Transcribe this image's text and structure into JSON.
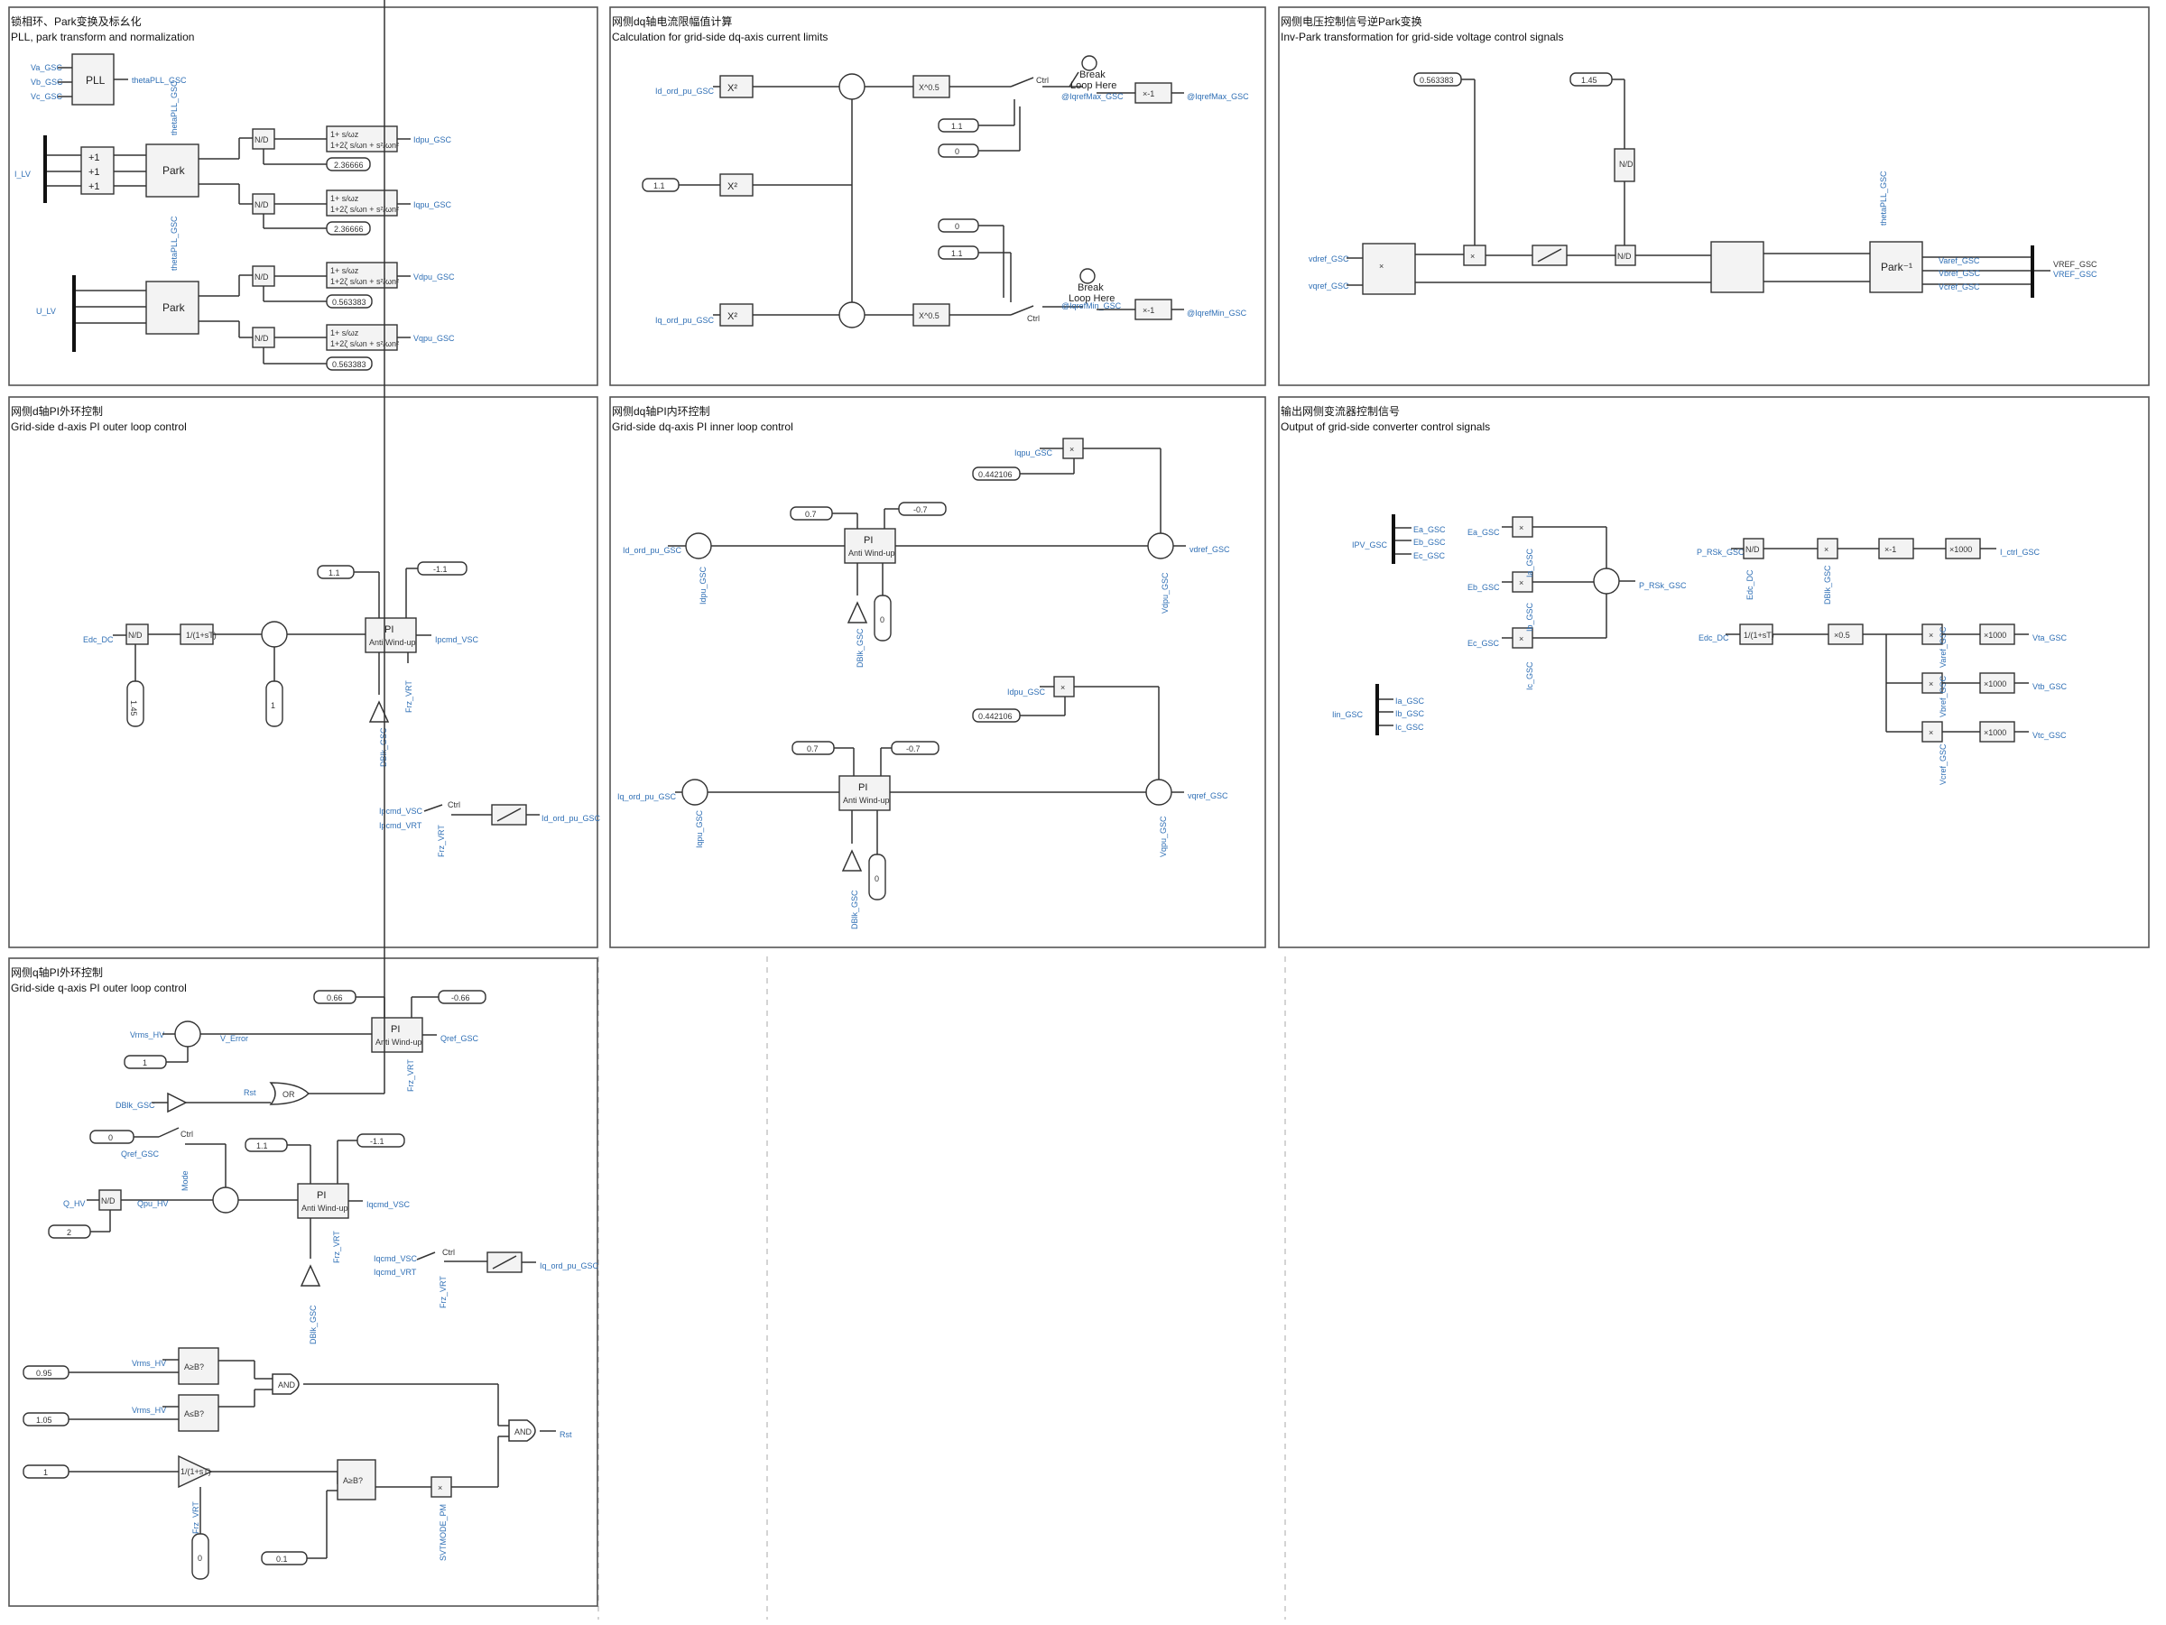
{
  "panels": [
    {
      "title_cn": "锁相环、Park变换及标幺化",
      "title_en": "PLL, park transform and normalization"
    },
    {
      "title_cn": "网侧dq轴电流限幅值计算",
      "title_en": "Calculation for grid-side dq-axis current limits"
    },
    {
      "title_cn": "网侧电压控制信号逆Park变换",
      "title_en": "Inv-Park transformation for grid-side voltage control signals"
    },
    {
      "title_cn": "网侧d轴PI外环控制",
      "title_en": "Grid-side d-axis PI outer loop control"
    },
    {
      "title_cn": "网侧dq轴PI内环控制",
      "title_en": "Grid-side dq-axis PI inner loop control"
    },
    {
      "title_cn": "输出网侧变流器控制信号",
      "title_en": "Output of grid-side converter control signals"
    },
    {
      "title_cn": "网侧q轴PI外环控制",
      "title_en": "Grid-side q-axis PI outer loop control"
    }
  ],
  "blocks": {
    "pll": "PLL",
    "park": "Park",
    "nd": "N/D",
    "inv_park": "Park⁻¹",
    "pi_title": "PI",
    "pi_sub": "Anti Wind-up",
    "gain_neg1": "×-1",
    "gain_1000": "×1000",
    "gain_05": "×0.5",
    "or": "OR",
    "and": "AND",
    "break1": "Break",
    "break2": "Loop Here",
    "ab_ge": "A≥B?",
    "ab_le": "A≤B?",
    "plus1": "+1",
    "times": "×",
    "x2": "X²",
    "x05": "X^0.5",
    "tf_num": "1+ s/ωz",
    "tf_den": "1+2ζ s/ωn + s²/ωn²",
    "first_order": "1/(1+sT)"
  },
  "constants": {
    "c2_36666": "2.36666",
    "c0_563383": "0.563383",
    "c1_1": "1.1",
    "c0": "0",
    "c1_45": "1.45",
    "cm1_1": "-1.1",
    "c1": "1",
    "c0_7": "0.7",
    "cm0_7": "-0.7",
    "c0_442106": "0.442106",
    "c0_66": "0.66",
    "cm0_66": "-0.66",
    "c2": "2",
    "c0_95": "0.95",
    "c1_05": "1.05",
    "c0_1": "0.1"
  },
  "signals": {
    "va_gsc": "Va_GSC",
    "vb_gsc": "Vb_GSC",
    "vc_gsc": "Vc_GSC",
    "theta_pll": "thetaPLL_GSC",
    "i_lv": "I_LV",
    "u_lv": "U_LV",
    "idpu": "Idpu_GSC",
    "iqpu": "Iqpu_GSC",
    "vdpu": "Vdpu_GSC",
    "vqpu": "Vqpu_GSC",
    "id_ord": "Id_ord_pu_GSC",
    "iq_ord": "Iq_ord_pu_GSC",
    "idmax": "@IqrefMax_GSC",
    "idmin": "@IqrefMin_GSC",
    "ctrl": "Ctrl",
    "vdref": "vdref_GSC",
    "vqref": "vqref_GSC",
    "varef": "Varef_GSC",
    "vbref": "Vbref_GSC",
    "vcref": "Vcref_GSC",
    "vref": "VREF_GSC",
    "edc_dc": "Edc_DC",
    "ipcmd_vsc": "Ipcmd_VSC",
    "ipcmd_vrt": "Ipcmd_VRT",
    "frz_vrt": "Frz_VRT",
    "dblk": "DBlk_GSC",
    "vrms_hv": "Vrms_HV",
    "v_error": "V_Error",
    "qref": "Qref_GSC",
    "q_hv": "Q_HV",
    "qpu_hv": "Qpu_HV",
    "iqcmd_vsc": "Iqcmd_VSC",
    "iqcmd_vrt": "Iqcmd_VRT",
    "mode": "Mode",
    "rst": "Rst",
    "svtmode": "SVTMODE_PM",
    "ipv": "IPV_GSC",
    "ea": "Ea_GSC",
    "eb": "Eb_GSC",
    "ec": "Ec_GSC",
    "ia": "Ia_GSC",
    "ib": "Ib_GSC",
    "ic": "Ic_GSC",
    "iin": "Iin_GSC",
    "p_rsk": "P_RSk_GSC",
    "i_ctrl": "I_ctrl_GSC",
    "vta": "Vta_GSC",
    "vtb": "Vtb_GSC",
    "vtc": "Vtc_GSC",
    "vdref_gsc": "Vdref_GSC"
  }
}
